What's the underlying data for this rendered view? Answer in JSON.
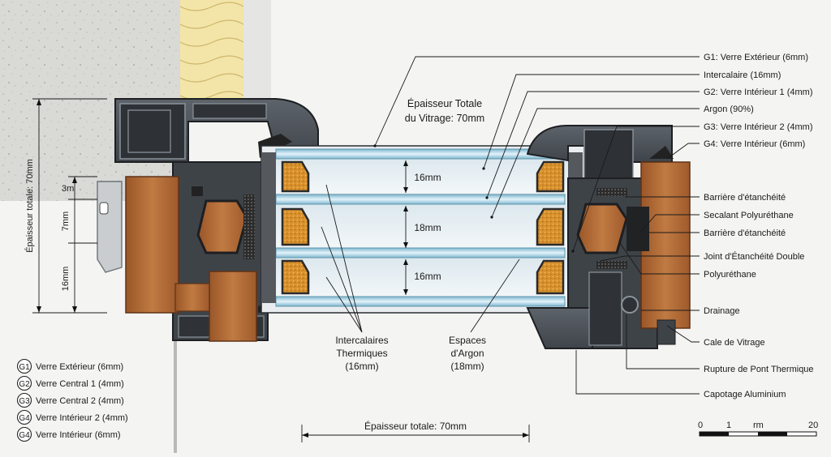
{
  "right_labels": [
    "G1: Verre Extérieur (6mm)",
    "Intercalaire (16mm)",
    "G2: Verre Intérieur 1 (4mm)",
    "Argon (90%)",
    "G3: Verre Intérieur 2 (4mm)",
    "G4: Verre Intérieur (6mm)",
    "Barrière d'étanchéité",
    "Secalant Polyuréthane",
    "Barrière d'étanchéité",
    "Joint d'Étanchéité Double",
    "Polyuréthane",
    "Drainage",
    "Cale de Vitrage",
    "Rupture de Pont Thermique",
    "Capotage Aluminium"
  ],
  "top_caption": [
    "Épaisseur Totale",
    "du Vitrage: 70mm"
  ],
  "gap_dims": [
    "16mm",
    "18mm",
    "16mm"
  ],
  "left_dims": {
    "total": "Épaisseur totale: 70mm",
    "d1": "3m",
    "d2": "7mm",
    "d3": "16mm"
  },
  "center_captions": {
    "spacers": [
      "Intercalaires",
      "Thermiques",
      "(16mm)"
    ],
    "argon": [
      "Espaces",
      "d'Argon",
      "(18mm)"
    ]
  },
  "bottom_dim": "Épaisseur totale: 70mm",
  "scale": {
    "t0": "0",
    "t1": "1",
    "unit": "rm",
    "t20": "20"
  },
  "legend": [
    {
      "badge": "G1",
      "text": "Verre Extérieur (6mm)"
    },
    {
      "badge": "G2",
      "text": "Verre Central 1 (4mm)"
    },
    {
      "badge": "G3",
      "text": "Verre Central 2 (4mm)"
    },
    {
      "badge": "G4",
      "text": "Verre Intérieur 2 (4mm)"
    },
    {
      "badge": "G4",
      "text": "Verre Intérieur (6mm)"
    }
  ]
}
